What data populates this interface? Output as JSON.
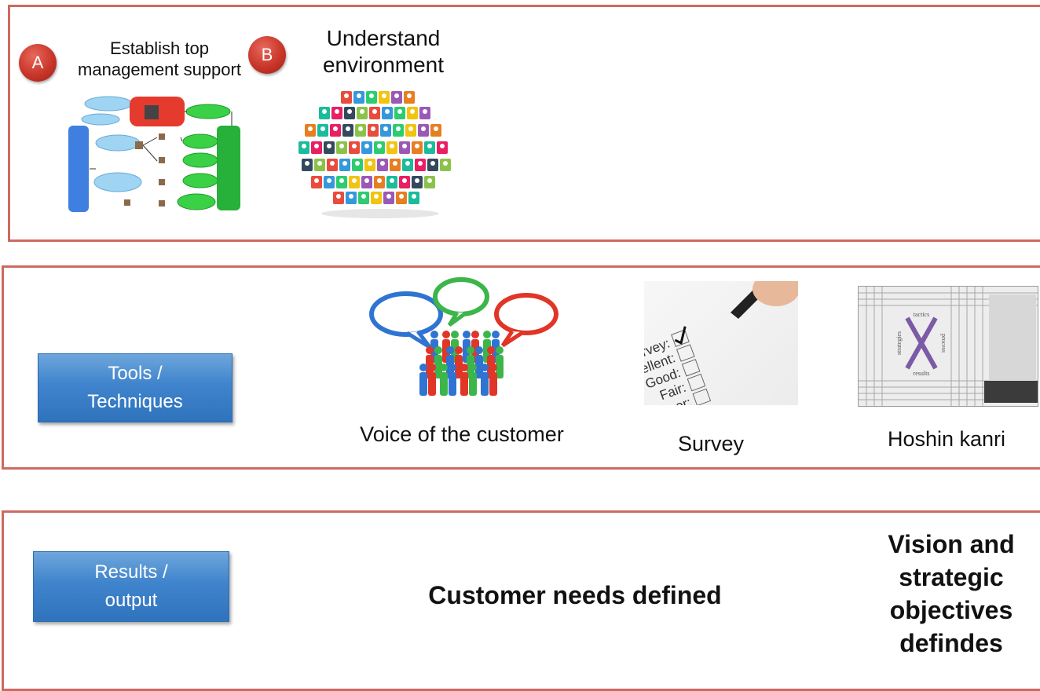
{
  "top": {
    "badge_a": "A",
    "badge_b": "B",
    "step_a_label_line1": "Establish top",
    "step_a_label_line2": "management support",
    "step_b_label_line1": "Understand",
    "step_b_label_line2": "environment"
  },
  "middle": {
    "section_button_line1": "Tools /",
    "section_button_line2": "Techniques",
    "tools": [
      {
        "label": "Voice of the customer"
      },
      {
        "label": "Survey"
      },
      {
        "label": "Hoshin kanri"
      }
    ],
    "survey_card": [
      "Survey:",
      "Excellent:",
      "Good:",
      "Fair:",
      "Poor:"
    ],
    "hoshin_matrix": {
      "top": "tactics",
      "bottom": "results",
      "left": "strategies",
      "right": "process"
    }
  },
  "bottom": {
    "section_button_line1": "Results /",
    "section_button_line2": "output",
    "result_1": "Customer needs defined",
    "result_2_lines": [
      "Vision and",
      "strategic",
      "objectives",
      "defindes"
    ]
  },
  "colors": {
    "panel_border": "#cd6a60",
    "button_blue": "#3f84cc",
    "badge_red": "#c9362a"
  }
}
